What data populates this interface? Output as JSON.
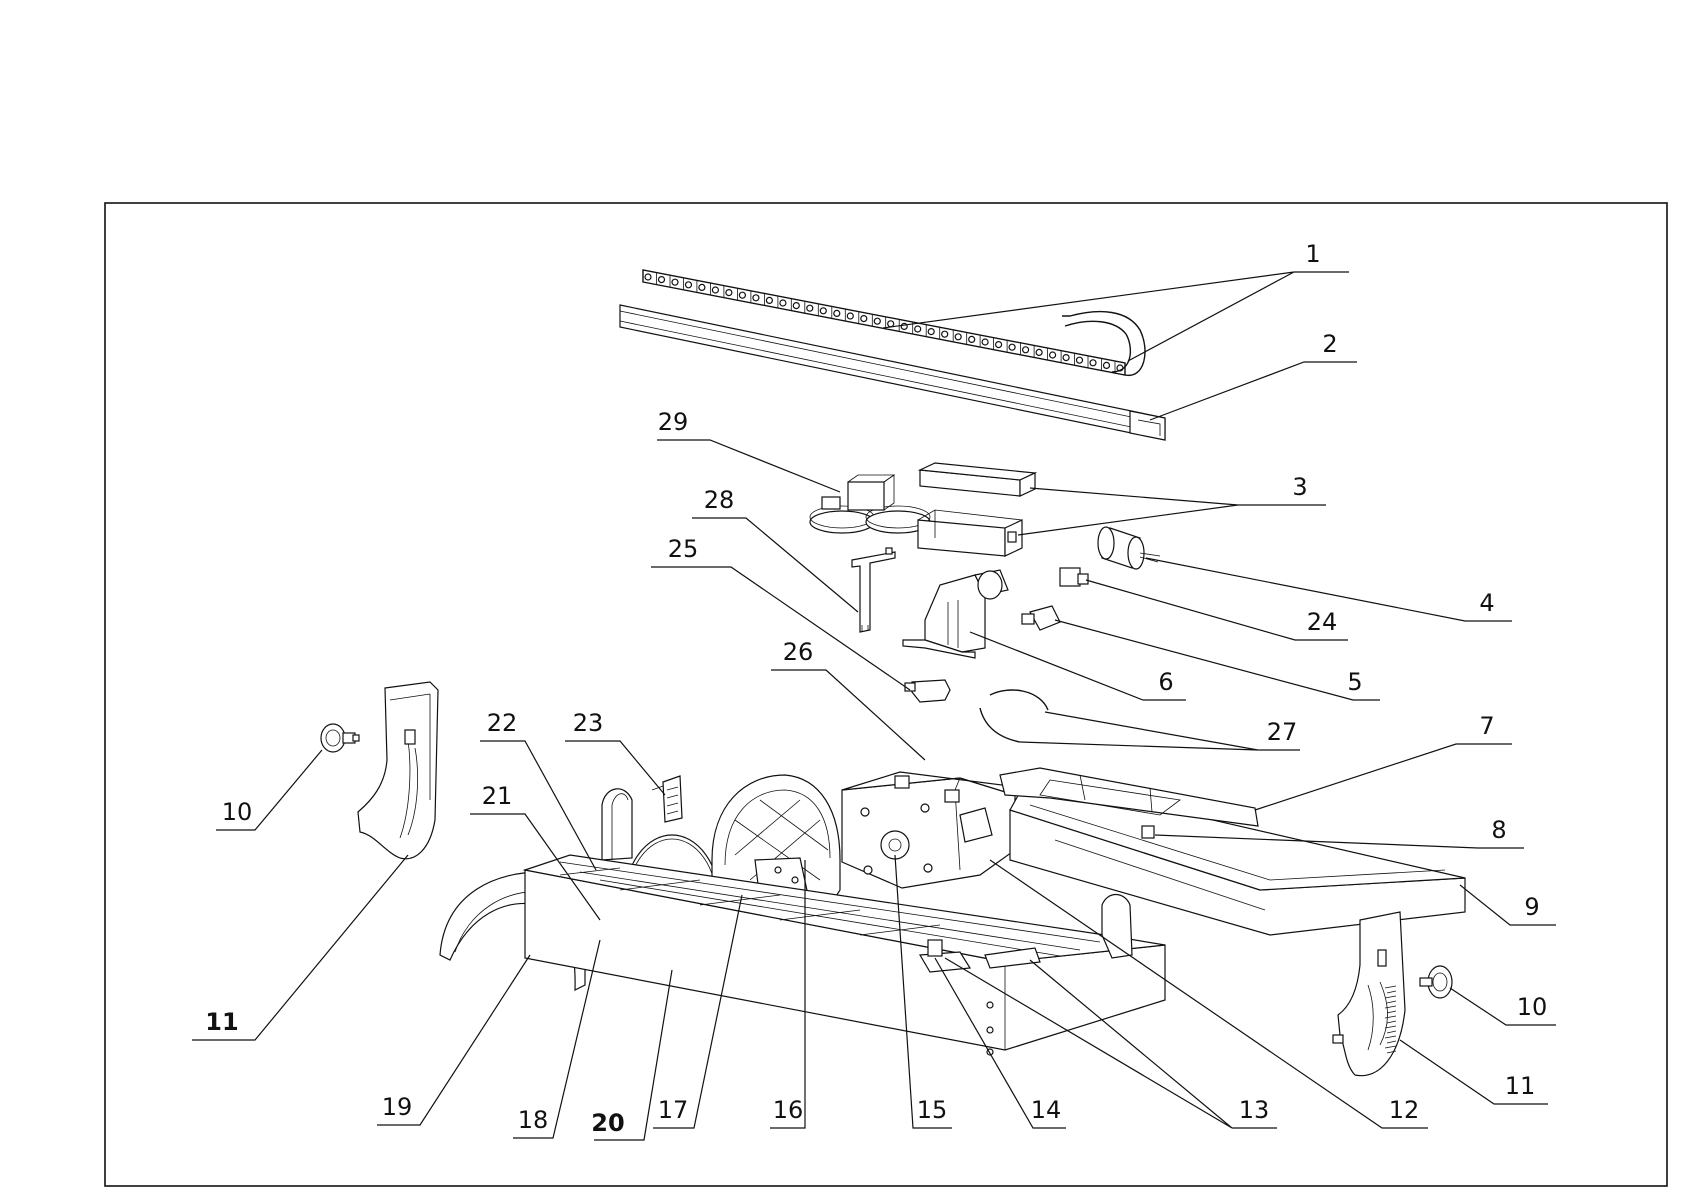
{
  "diagram": {
    "callouts": [
      {
        "id": "c1",
        "label": "1"
      },
      {
        "id": "c2",
        "label": "2"
      },
      {
        "id": "c3",
        "label": "3"
      },
      {
        "id": "c4",
        "label": "4"
      },
      {
        "id": "c5",
        "label": "5"
      },
      {
        "id": "c6",
        "label": "6"
      },
      {
        "id": "c7",
        "label": "7"
      },
      {
        "id": "c8",
        "label": "8"
      },
      {
        "id": "c9",
        "label": "9"
      },
      {
        "id": "c10l",
        "label": "10"
      },
      {
        "id": "c10r",
        "label": "10"
      },
      {
        "id": "c11l",
        "label": "11"
      },
      {
        "id": "c11r",
        "label": "11"
      },
      {
        "id": "c12",
        "label": "12"
      },
      {
        "id": "c13",
        "label": "13"
      },
      {
        "id": "c14",
        "label": "14"
      },
      {
        "id": "c15",
        "label": "15"
      },
      {
        "id": "c16",
        "label": "16"
      },
      {
        "id": "c17",
        "label": "17"
      },
      {
        "id": "c18",
        "label": "18"
      },
      {
        "id": "c19",
        "label": "19"
      },
      {
        "id": "c20",
        "label": "20"
      },
      {
        "id": "c21",
        "label": "21"
      },
      {
        "id": "c22",
        "label": "22"
      },
      {
        "id": "c23",
        "label": "23"
      },
      {
        "id": "c24",
        "label": "24"
      },
      {
        "id": "c25",
        "label": "25"
      },
      {
        "id": "c26",
        "label": "26"
      },
      {
        "id": "c27",
        "label": "27"
      },
      {
        "id": "c28",
        "label": "28"
      },
      {
        "id": "c29",
        "label": "29"
      }
    ]
  }
}
